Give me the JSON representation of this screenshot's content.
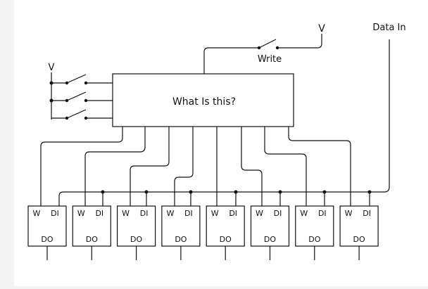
{
  "diagram": {
    "central_block_label": "What Is this?",
    "voltage_label_top": "V",
    "voltage_label_left": "V",
    "write_label": "Write",
    "data_in_label": "Data In",
    "cells": [
      {
        "w": "W",
        "di": "DI",
        "do": "DO"
      },
      {
        "w": "W",
        "di": "DI",
        "do": "DO"
      },
      {
        "w": "W",
        "di": "DI",
        "do": "DO"
      },
      {
        "w": "W",
        "di": "DI",
        "do": "DO"
      },
      {
        "w": "W",
        "di": "DI",
        "do": "DO"
      },
      {
        "w": "W",
        "di": "DI",
        "do": "DO"
      },
      {
        "w": "W",
        "di": "DI",
        "do": "DO"
      },
      {
        "w": "W",
        "di": "DI",
        "do": "DO"
      }
    ]
  }
}
